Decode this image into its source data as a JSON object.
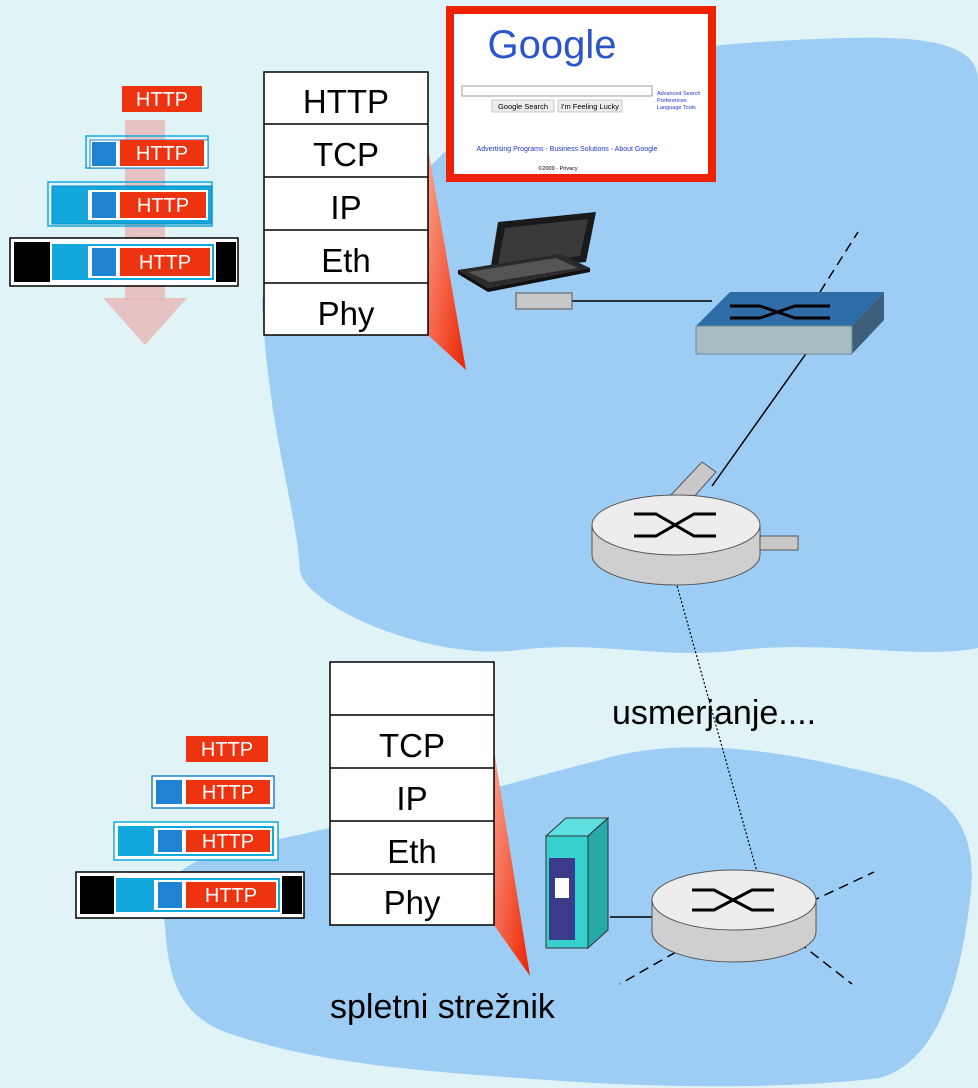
{
  "colors": {
    "background": "#e0f4f8",
    "cloud": "#9dcdf5",
    "http_red": "#ee3311",
    "header_blue": "#1f83d4",
    "header_cyan": "#12a8dd",
    "frame_black": "#000000",
    "switch_blue": "#2f6da8",
    "server_teal": "#38cfcf"
  },
  "top_stack": {
    "layers": [
      "HTTP",
      "TCP",
      "IP",
      "Eth",
      "Phy"
    ]
  },
  "top_packets": {
    "http": "HTTP",
    "tcp": "HTTP",
    "ip": "HTTP",
    "eth": "HTTP"
  },
  "bottom_stack": {
    "layers": [
      "",
      "TCP",
      "IP",
      "Eth",
      "Phy"
    ]
  },
  "bottom_packets": {
    "http": "HTTP",
    "tcp": "HTTP",
    "ip": "HTTP",
    "eth": "HTTP"
  },
  "browser": {
    "logo": "Google",
    "search_button": "Google Search",
    "lucky_button": "I'm Feeling Lucky",
    "links": [
      "Advanced Search",
      "Preferences",
      "Language Tools"
    ],
    "footer_links": "Advertising Programs - Business Solutions - About Google",
    "copyright": "©2009 - Privacy"
  },
  "labels": {
    "routing": "usmerjanje....",
    "web_server": "spletni strežnik"
  },
  "icons": {
    "laptop": "laptop-icon",
    "switch": "switch-icon",
    "router": "router-icon",
    "server": "server-icon"
  }
}
